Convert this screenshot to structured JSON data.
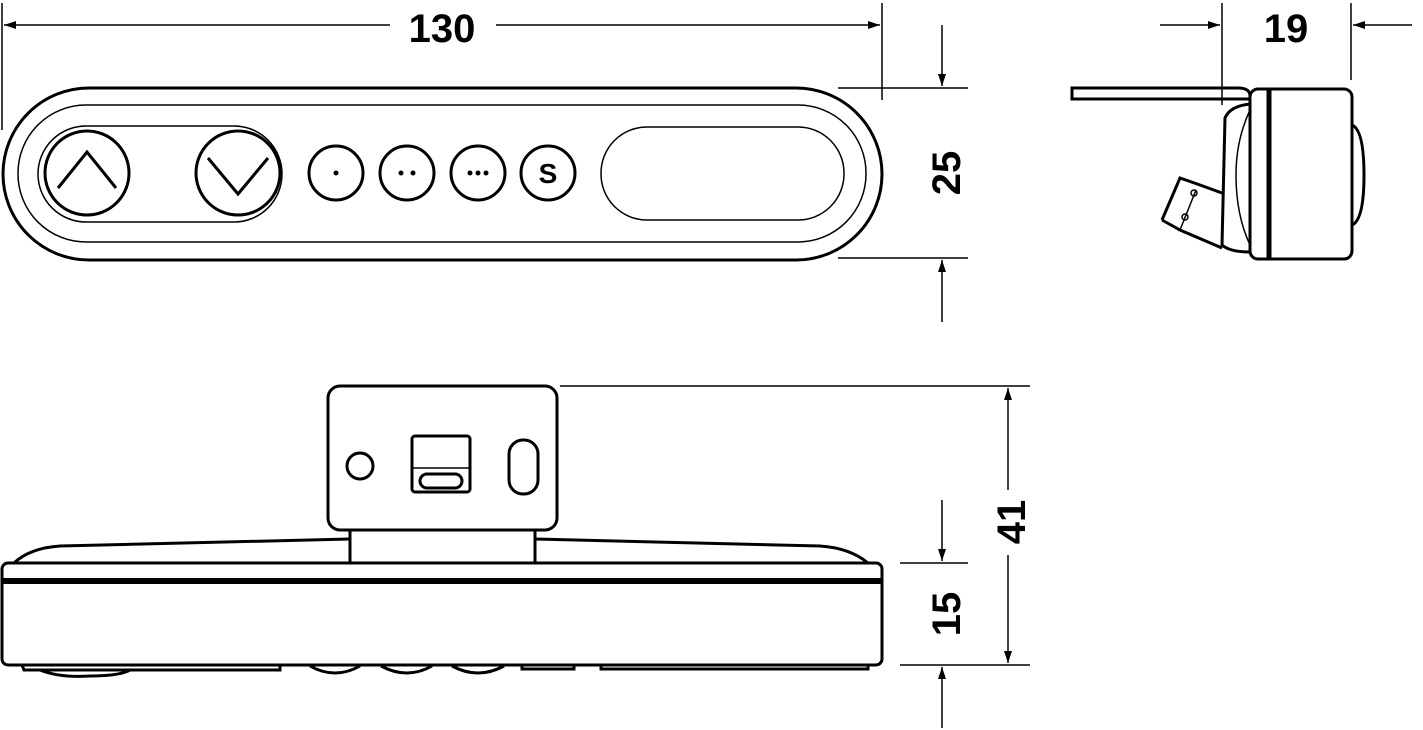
{
  "dimensions": {
    "width": "130",
    "height_front": "25",
    "depth": "19",
    "total_height": "41",
    "body_height": "15"
  },
  "buttons": {
    "up_icon": "chevron-up",
    "down_icon": "chevron-down",
    "memory_1": "one-dot",
    "memory_2": "two-dots",
    "memory_3": "three-dots",
    "save_label": "S"
  },
  "colors": {
    "line": "#000000",
    "background": "#ffffff"
  }
}
